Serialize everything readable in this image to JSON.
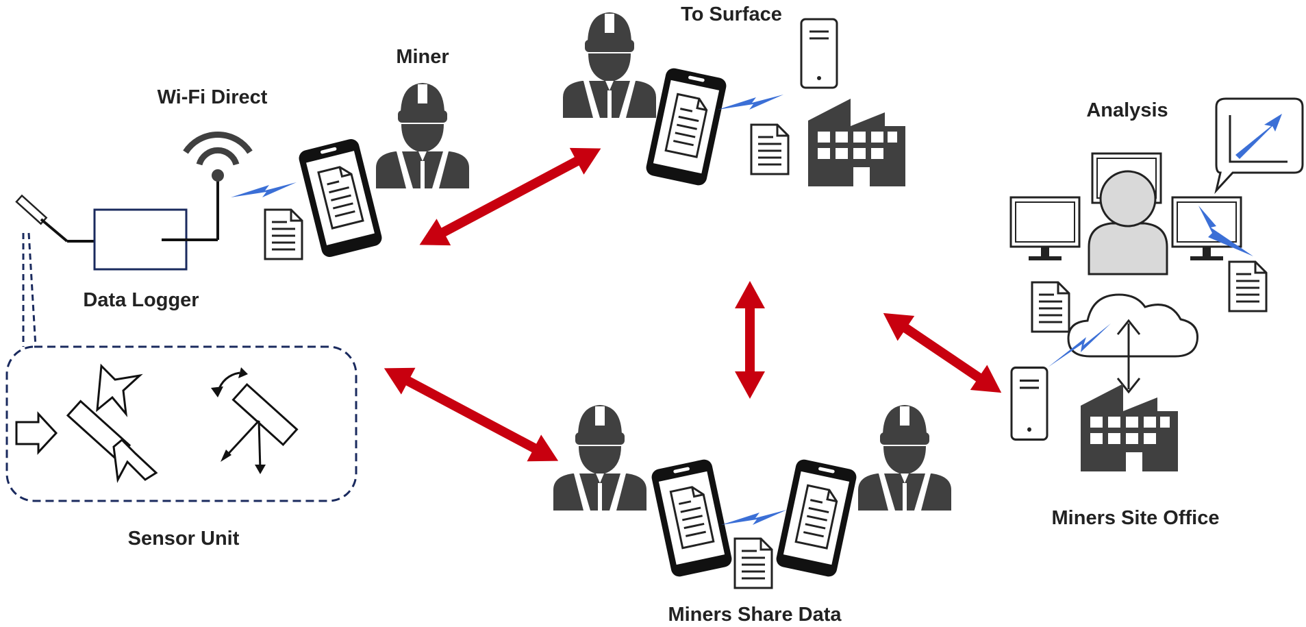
{
  "labels": {
    "to_surface": "To Surface",
    "miner": "Miner",
    "wifi_direct": "Wi-Fi Direct",
    "analysis": "Analysis",
    "data_logger": "Data Logger",
    "sensor_unit": "Sensor Unit",
    "miners_site_office": "Miners Site Office",
    "miners_share_data": "Miners Share Data"
  },
  "colors": {
    "arrow": "#c8000f",
    "wireless": "#3b6fd6",
    "icon_dark": "#404040",
    "logger_outline": "#1a2a5e",
    "sensor_border": "#1a2a5e",
    "analyst": "#d9d9d9"
  }
}
